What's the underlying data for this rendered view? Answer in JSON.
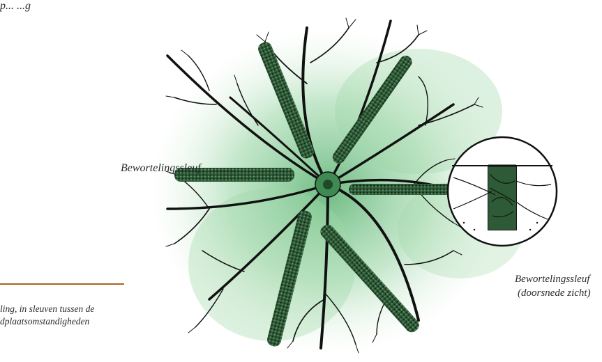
{
  "top_text": "p... ...g",
  "labels": {
    "trench": "Bewortelingssleuf",
    "trench_section_line1": "Bewortelingssleuf",
    "trench_section_line2": "(doorsnede zicht)"
  },
  "caption": {
    "line1": "ling, in sleuven tussen de",
    "line2": "dplaatsomstandigheden"
  },
  "colors": {
    "root": "#111111",
    "foliage_wash": "#58b86e",
    "trench_fill": "#23492c",
    "divider": "#a8651e"
  }
}
